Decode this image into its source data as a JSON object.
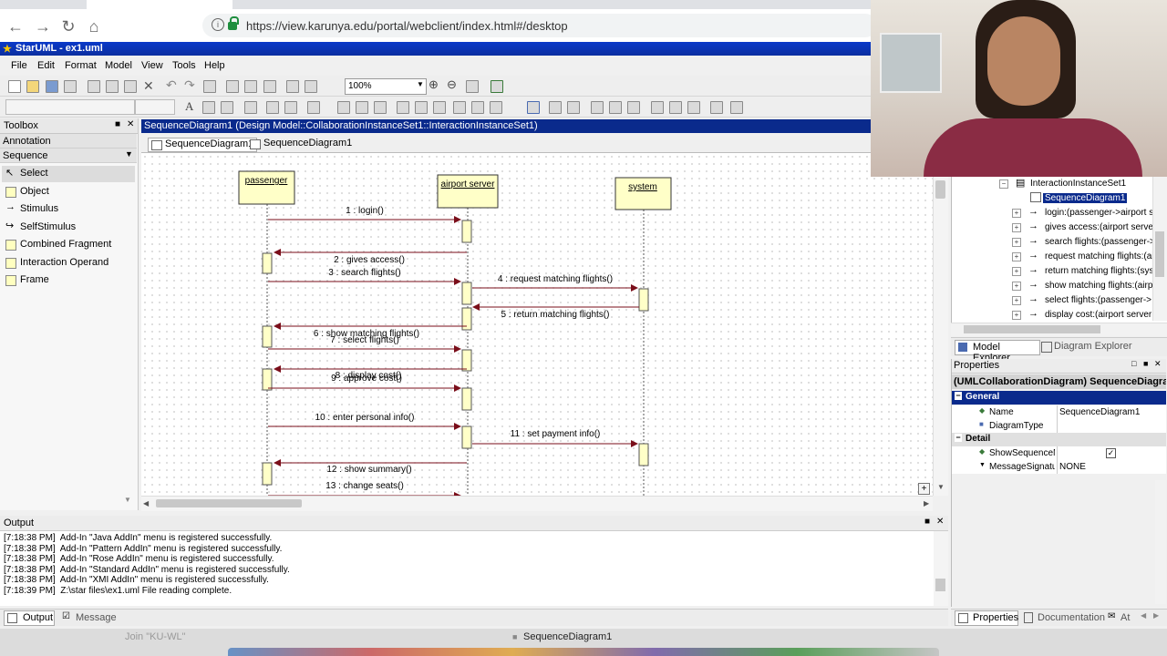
{
  "browser": {
    "url": "https://view.karunya.edu/portal/webclient/index.html#/desktop"
  },
  "app": {
    "title": "StarUML - ex1.uml",
    "menu": [
      "File",
      "Edit",
      "Format",
      "Model",
      "View",
      "Tools",
      "Help"
    ],
    "zoom": "100%"
  },
  "toolbox": {
    "title": "Toolbox",
    "sections": [
      "Annotation",
      "Sequence"
    ],
    "items": [
      {
        "label": "Select",
        "icon": "cursor-icon"
      },
      {
        "label": "Object",
        "icon": "object-icon"
      },
      {
        "label": "Stimulus",
        "icon": "arrow-icon"
      },
      {
        "label": "SelfStimulus",
        "icon": "self-arrow-icon"
      },
      {
        "label": "Combined Fragment",
        "icon": "fragment-icon"
      },
      {
        "label": "Interaction Operand",
        "icon": "operand-icon"
      },
      {
        "label": "Frame",
        "icon": "frame-icon"
      }
    ]
  },
  "diagram": {
    "title": "SequenceDiagram1 (Design Model::CollaborationInstanceSet1::InteractionInstanceSet1)",
    "tabs": [
      "SequenceDiagram1",
      "SequenceDiagram1"
    ],
    "lifelines": [
      "passenger",
      "airport server",
      "system"
    ],
    "messages": [
      "1 : login()",
      "2 : gives access()",
      "3 : search flights()",
      "4 : request matching flights()",
      "5 : return matching flights()",
      "6 : show matching flights()",
      "7 : select flights()",
      "8 : display cost()",
      "9 : approve cost()",
      "10 : enter personal info()",
      "11 : set payment info()",
      "12 : show summary()",
      "13 : change seats()"
    ]
  },
  "output": {
    "title": "Output",
    "lines": [
      "[7:18:38 PM]  Add-In \"Java AddIn\" menu is registered successfully.",
      "[7:18:38 PM]  Add-In \"Pattern AddIn\" menu is registered successfully.",
      "[7:18:38 PM]  Add-In \"Rose AddIn\" menu is registered successfully.",
      "[7:18:38 PM]  Add-In \"Standard AddIn\" menu is registered successfully.",
      "[7:18:38 PM]  Add-In \"XMI AddIn\" menu is registered successfully.",
      "[7:18:39 PM]  Z:\\star files\\ex1.uml File reading complete."
    ],
    "tabs": [
      "Output",
      "Message"
    ]
  },
  "model_tree": {
    "items": [
      "InteractionInstanceSet1",
      "SequenceDiagram1",
      "login:(passenger->airport s",
      "gives access:(airport serve",
      "search flights:(passenger->",
      "request matching flights:(ai",
      "return matching flights:(sys",
      "show matching flights:(airp",
      "select flights:(passenger->",
      "display cost:(airport server"
    ]
  },
  "explorer_tabs": [
    "Model Explorer",
    "Diagram Explorer"
  ],
  "properties": {
    "title": "Properties",
    "header": "(UMLCollaborationDiagram) SequenceDiagram",
    "general_label": "General",
    "name_key": "Name",
    "name_value": "SequenceDiagram1",
    "type_key": "DiagramType",
    "detail_label": "Detail",
    "show_key": "ShowSequenceN",
    "sig_key": "MessageSignatur",
    "sig_value": "NONE",
    "tabs": [
      "Properties",
      "Documentation",
      "At"
    ]
  },
  "statusbar": {
    "join": "Join \"KU-WL\"",
    "document": "SequenceDiagram1"
  }
}
